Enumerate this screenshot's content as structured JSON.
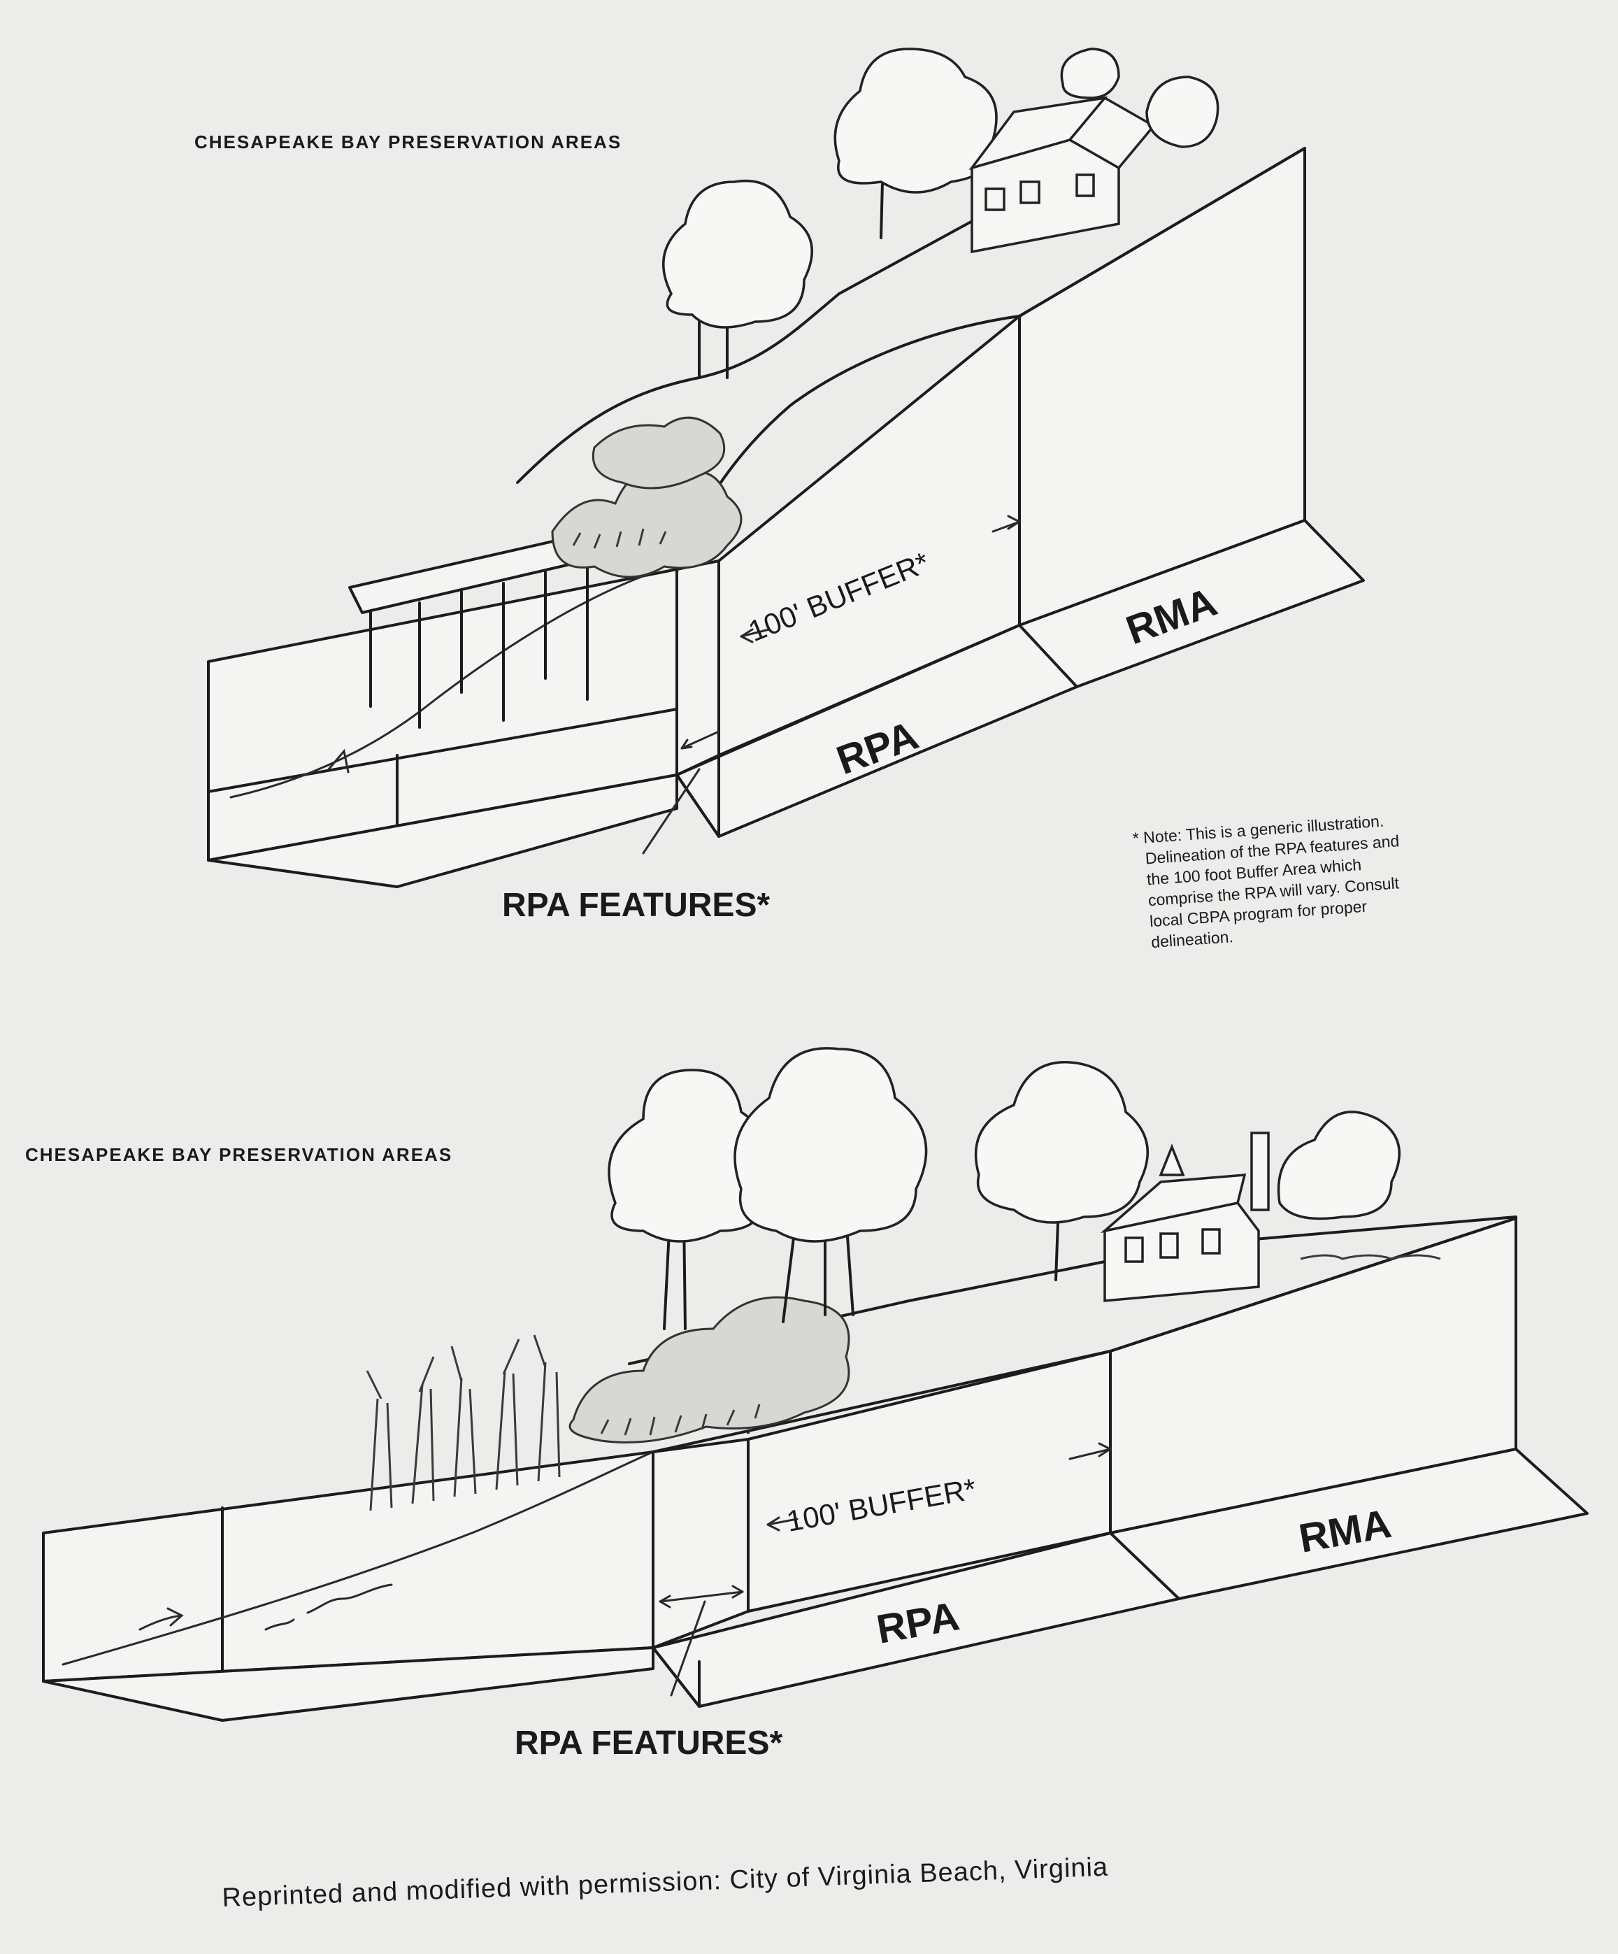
{
  "top_diagram": {
    "title": "CHESAPEAKE BAY PRESERVATION AREAS",
    "buffer_label": "100' BUFFER*",
    "rpa_label": "RPA",
    "rma_label": "RMA",
    "features_label": "RPA FEATURES*",
    "note_lines": [
      "* Note: This is a generic illustration.",
      "Delineation of the RPA features and",
      "the 100 foot Buffer Area which",
      "comprise the RPA will vary. Consult",
      "local CBPA program for proper",
      "delineation."
    ]
  },
  "bottom_diagram": {
    "title": "CHESAPEAKE BAY PRESERVATION AREAS",
    "buffer_label": "100' BUFFER*",
    "rpa_label": "RPA",
    "rma_label": "RMA",
    "features_label": "RPA FEATURES*"
  },
  "credit": "Reprinted and modified with permission: City of Virginia Beach, Virginia"
}
